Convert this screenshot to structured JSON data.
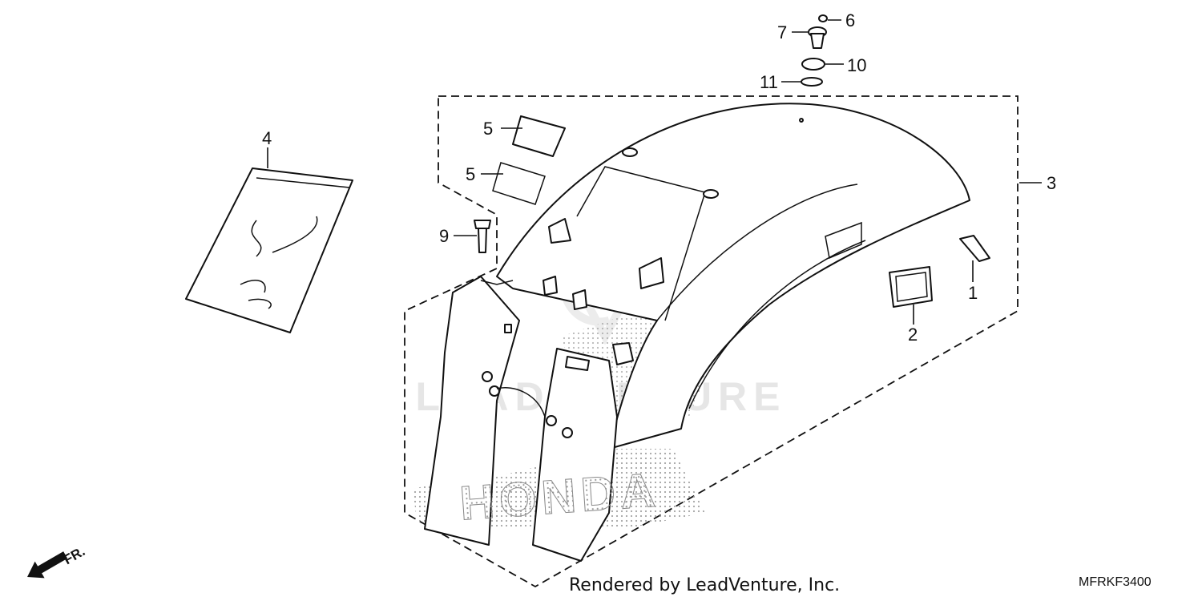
{
  "diagram": {
    "callouts": [
      {
        "id": "callout-1",
        "label": "1"
      },
      {
        "id": "callout-2",
        "label": "2"
      },
      {
        "id": "callout-3",
        "label": "3"
      },
      {
        "id": "callout-4",
        "label": "4"
      },
      {
        "id": "callout-5a",
        "label": "5"
      },
      {
        "id": "callout-5b",
        "label": "5"
      },
      {
        "id": "callout-6",
        "label": "6"
      },
      {
        "id": "callout-7",
        "label": "7"
      },
      {
        "id": "callout-9",
        "label": "9"
      },
      {
        "id": "callout-10",
        "label": "10"
      },
      {
        "id": "callout-11",
        "label": "11"
      }
    ],
    "direction_label": "FR.",
    "watermark": "LEADVENTURE",
    "brand_watermark": "HONDA"
  },
  "footer": {
    "credit": "Rendered by LeadVenture, Inc.",
    "diagram_code": "MFRKF3400"
  },
  "colors": {
    "line": "#111111",
    "watermark": "#e6e6e6",
    "stipple": "#9a9a9a"
  }
}
